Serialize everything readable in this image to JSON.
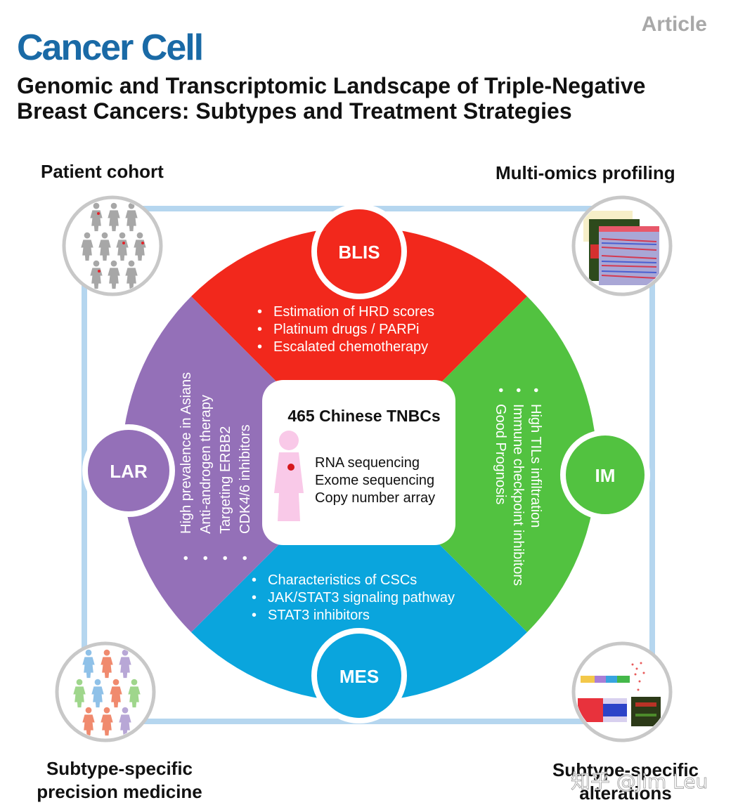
{
  "header": {
    "journal": "Cancer Cell",
    "label": "Article",
    "title": "Genomic and Transcriptomic Landscape of Triple-Negative Breast Cancers: Subtypes and Treatment Strategies"
  },
  "corners": {
    "top_left": "Patient cohort",
    "top_right": "Multi-omics profiling",
    "bottom_left": [
      "Subtype-specific",
      "precision medicine"
    ],
    "bottom_right": [
      "Subtype-specific",
      "alterations"
    ]
  },
  "center": {
    "title": "465 Chinese TNBCs",
    "items": [
      "RNA sequencing",
      "Exome sequencing",
      "Copy number array"
    ]
  },
  "subtypes": {
    "blis": {
      "label": "BLIS",
      "items": [
        "Estimation of HRD scores",
        "Platinum drugs / PARPi",
        "Escalated chemotherapy"
      ]
    },
    "im": {
      "label": "IM",
      "items": [
        "High TILs infiltration",
        "Immune checkpoint inhibitors",
        "Good Prognosis"
      ]
    },
    "mes": {
      "label": "MES",
      "items": [
        "Characteristics of CSCs",
        "JAK/STAT3 signaling pathway",
        "STAT3 inhibitors"
      ]
    },
    "lar": {
      "label": "LAR",
      "items": [
        "High prevalence in Asians",
        "Anti-androgen therapy",
        "Targeting ERBB2",
        "CDK4/6 inhibitors"
      ]
    }
  },
  "watermark": "知乎 @Jim Leu",
  "colors": {
    "journal": "#1a6aa6",
    "blis": "#f2281c",
    "im": "#52c240",
    "mes": "#0aa5dd",
    "lar": "#9470b8",
    "frame": "#b5d6ef",
    "circle_border": "#c8c8c8"
  }
}
